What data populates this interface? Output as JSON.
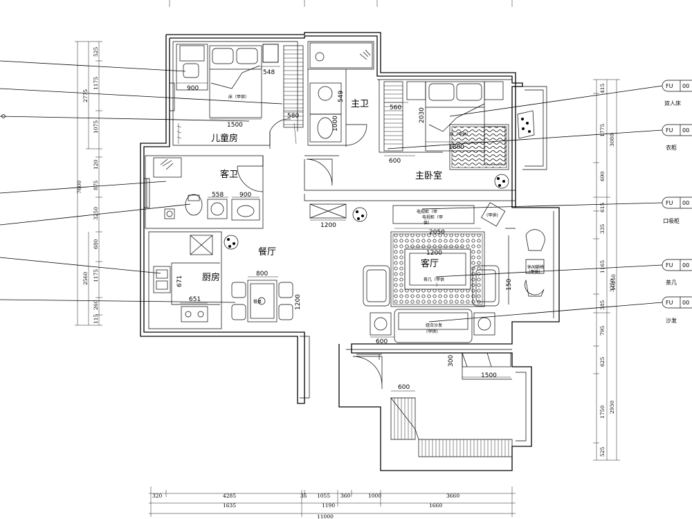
{
  "rooms": {
    "child_room": "儿童房",
    "master_bath": "主卫",
    "master_bedroom": "主卧室",
    "guest_bath": "客卫",
    "dining": "餐厅",
    "kitchen": "厨房",
    "living": "客厅"
  },
  "furniture_labels": {
    "child_bed": "床（甲供）",
    "master_bed": "床（甲供）",
    "tv_cabinet_line1": "电视柜（甲",
    "tv_cabinet_line2": "电视柜（甲",
    "tv_cabinet_line3": "供）",
    "corner_table": "(甲供)",
    "coffee_table_line1": "茶几（甲供",
    "coffee_table_line2": "）",
    "leisure_chair_line1": "休闲躺椅",
    "leisure_chair_line2": "(甲供)",
    "sofa_line1": "组合沙发",
    "sofa_line2": "(甲供)",
    "dining_table": "餐桌"
  },
  "dimensions": {
    "child_548": "548",
    "child_900": "900",
    "child_580": "580",
    "child_1500": "1500",
    "mbath_549": "549",
    "mbath_1000": "1000",
    "master_560": "560",
    "master_2030": "2030",
    "master_1800": "1800",
    "master_600": "600",
    "guest_558": "558",
    "guest_900": "900",
    "living_1200": "1200",
    "living_2050": "2050",
    "living_1200b": "1200",
    "living_150": "150",
    "living_600": "600",
    "kitchen_671": "671",
    "kitchen_651": "651",
    "dining_800": "800",
    "dining_1200": "1200",
    "bottom_300": "300",
    "bottom_1500": "1500",
    "bottom_600": "600"
  },
  "left_dims": {
    "total": "7600",
    "seg": [
      "525",
      "1175",
      "1075",
      "120",
      "875",
      "3250",
      "680",
      "1175",
      "260",
      "115"
    ],
    "group": [
      "2775",
      "2560"
    ]
  },
  "right_dims": {
    "seg": [
      "415",
      "1775",
      "690",
      "615",
      "335",
      "1165",
      "385",
      "795",
      "625",
      "1750",
      "525"
    ],
    "group": [
      "3080",
      "3250",
      "2930"
    ],
    "total": "10250"
  },
  "bottom_dims": {
    "seg": [
      "320",
      "4285",
      "35",
      "1055",
      "360",
      "1000",
      "3660"
    ],
    "group": [
      "1635",
      "1190",
      "1660"
    ],
    "total": "11000"
  },
  "tags": [
    {
      "code": "FU",
      "num": "00",
      "name": "双人床"
    },
    {
      "code": "FU",
      "num": "00",
      "name": "衣柜"
    },
    {
      "code": "FU",
      "num": "00",
      "name": "口吸柜"
    },
    {
      "code": "FU",
      "num": "00",
      "name": "茶几"
    },
    {
      "code": "FU",
      "num": "00",
      "name": "沙发"
    }
  ]
}
